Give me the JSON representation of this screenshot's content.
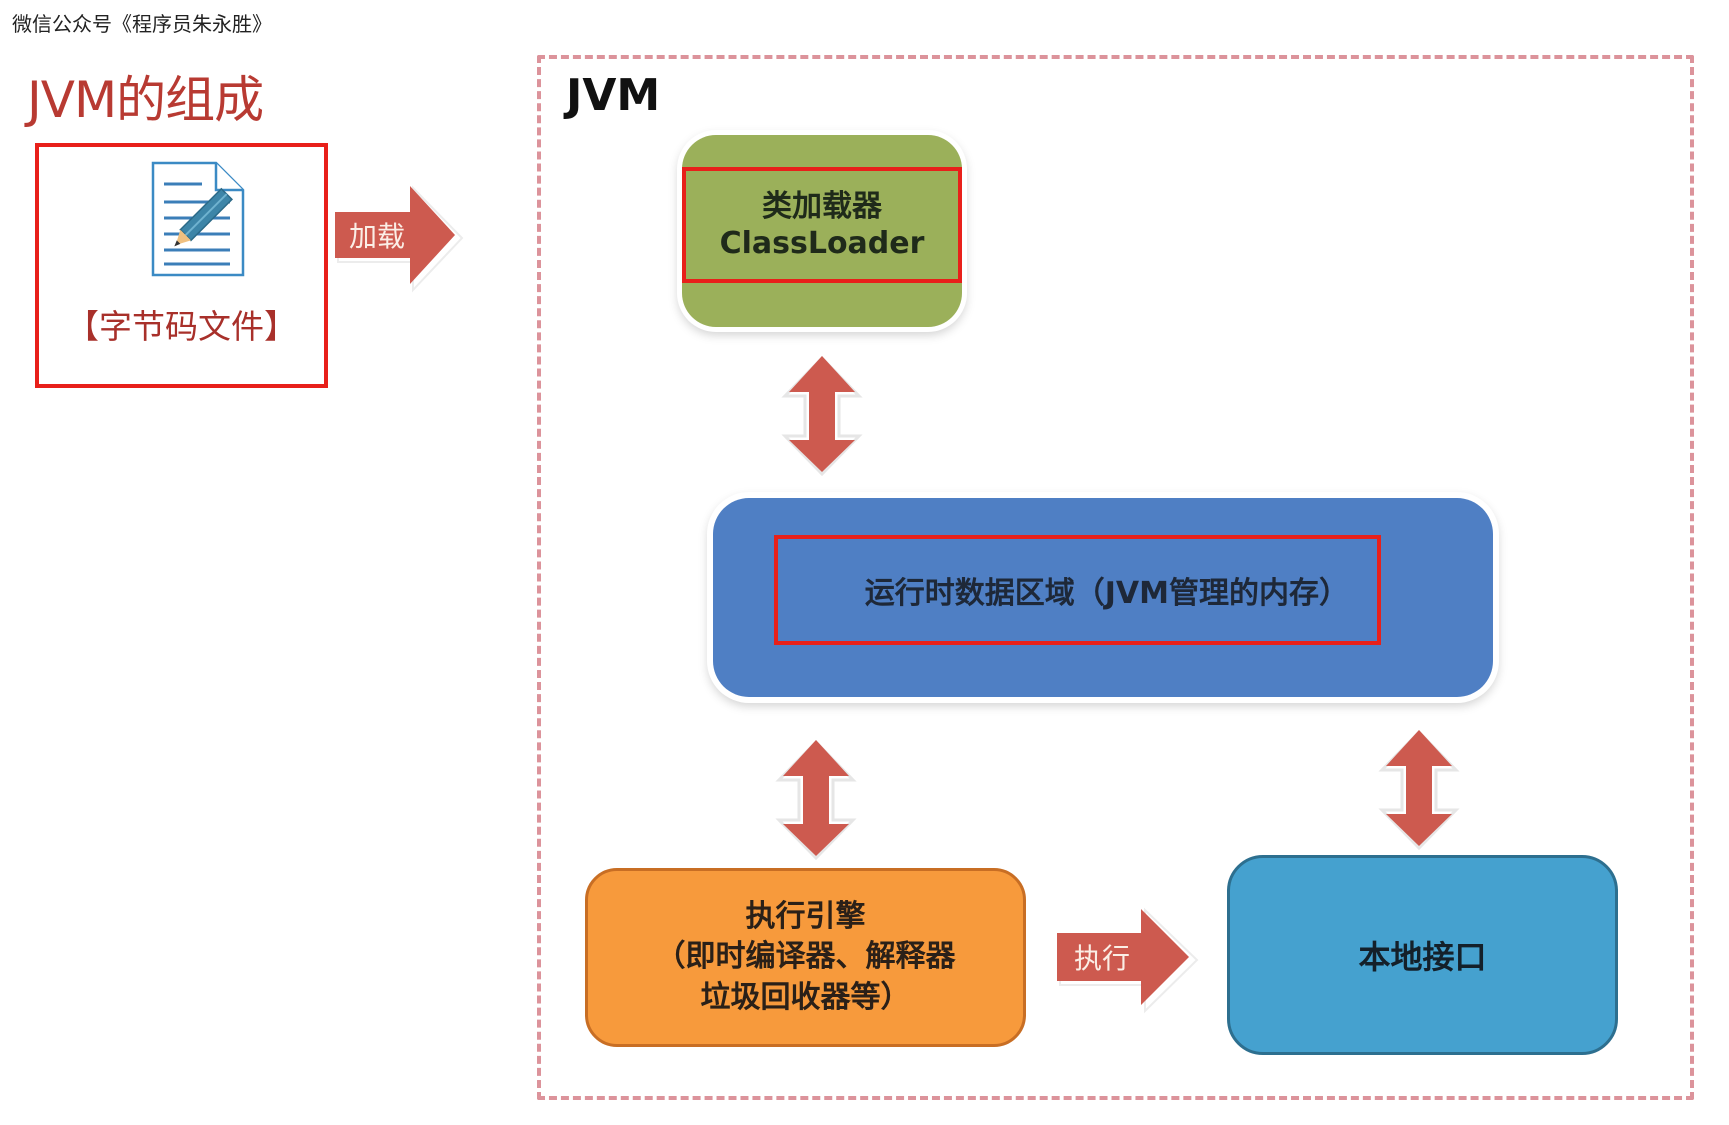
{
  "watermark": "微信公众号《程序员朱永胜》",
  "title": "JVM的组成",
  "bytecode": {
    "label": "【字节码文件】",
    "icon": "document-edit-icon"
  },
  "arrows": {
    "load_label": "加载",
    "execute_label": "执行"
  },
  "jvm": {
    "label": "JVM",
    "classloader": {
      "line1": "类加载器",
      "line2": "ClassLoader"
    },
    "runtime_data_area": {
      "label": "运行时数据区域（JVM管理的内存）"
    },
    "execution_engine": {
      "line1": "执行引擎",
      "line2": "（即时编译器、解释器",
      "line3": "垃圾回收器等）"
    },
    "native_interface": {
      "label": "本地接口"
    }
  },
  "colors": {
    "title_red": "#b83a32",
    "highlight_red": "#e8201a",
    "arrow_red": "#cd5a4f",
    "classloader_green": "#9bb05a",
    "runtime_blue": "#4f7fc4",
    "engine_orange": "#f79a3c",
    "native_teal": "#45a1cf",
    "frame_dash": "#dc939b"
  }
}
